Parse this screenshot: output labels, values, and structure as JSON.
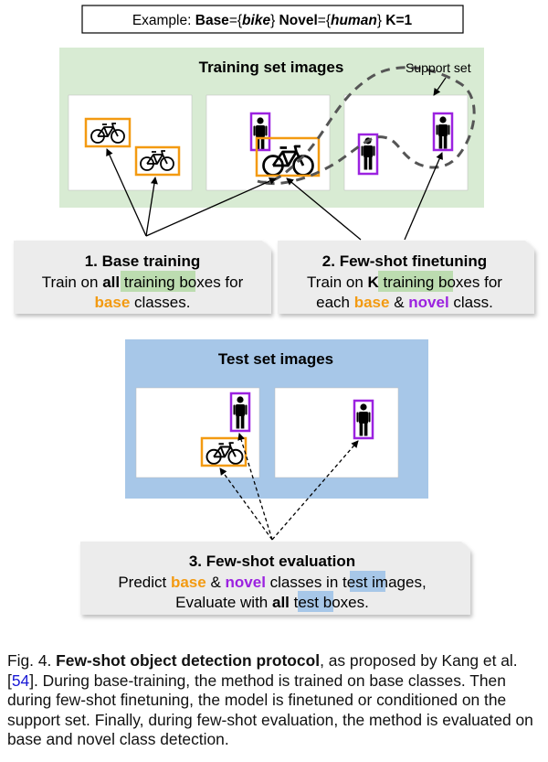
{
  "example": {
    "label": "Example:",
    "base_key": "Base",
    "base_val": "bike",
    "novel_key": "Novel",
    "novel_val": "human",
    "k_text": "K=1"
  },
  "training": {
    "title": "Training set images",
    "support_label": "Support set"
  },
  "box1": {
    "title": "1. Base training",
    "line1": [
      "Train on ",
      "all",
      " ",
      "training",
      " boxes for"
    ],
    "line2": [
      "base",
      " classes."
    ]
  },
  "box2": {
    "title": "2. Few-shot finetuning",
    "line1": [
      "Train on ",
      "K",
      " ",
      "training",
      " boxes for"
    ],
    "line2": [
      "each ",
      "base",
      " & ",
      "novel",
      " class."
    ]
  },
  "test": {
    "title": "Test set images"
  },
  "box3": {
    "title": "3. Few-shot evaluation",
    "line1": [
      "Predict ",
      "base",
      " & ",
      "novel",
      " classes in ",
      "test",
      " images,"
    ],
    "line2": [
      "Evaluate with ",
      "all",
      " ",
      "test",
      " boxes."
    ]
  },
  "caption": {
    "fig": "Fig. 4. ",
    "bold": "Few-shot object detection protocol",
    "text1": ", as proposed by Kang et al. [",
    "ref": "54",
    "text2": "]. During base-training, the method is trained on base classes. Then during few-shot finetuning, the model is finetuned or conditioned on the support set. Finally, during few-shot evaluation, the method is evaluated on base and novel class detection."
  },
  "colors": {
    "train_bg": "#d8ebd3",
    "test_bg": "#a7c7e8",
    "base_orange": "#f39a11",
    "novel_purple": "#9b22e0",
    "hl_green": "#bcdcb0",
    "hl_blue": "#a7c7e8",
    "callout_bg": "#ececec"
  },
  "icons": {
    "bike": "bicycle-icon",
    "person": "person-icon"
  }
}
